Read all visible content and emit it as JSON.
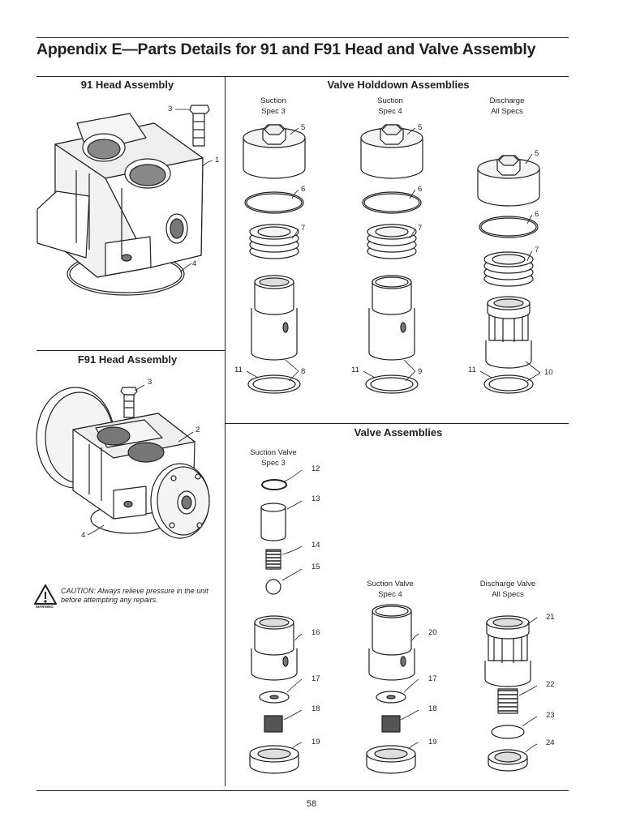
{
  "page": {
    "title": "Appendix E—Parts Details for 91 and F91 Head and Valve Assembly",
    "page_number": "58"
  },
  "sections": {
    "head91": "91 Head Assembly",
    "headF91": "F91 Head Assembly",
    "holddown": "Valve Holddown Assemblies",
    "valves": "Valve Assemblies"
  },
  "subtitles": {
    "suction3": "Suction\nSpec 3",
    "suction4": "Suction\nSpec 4",
    "discharge_all": "Discharge\nAll Specs",
    "suction_valve3": "Suction Valve\nSpec 3",
    "suction_valve4": "Suction Valve\nSpec 4",
    "discharge_valve_all": "Discharge Valve\nAll Specs"
  },
  "caution": {
    "text": "CAUTION: Always relieve pressure in the unit before attempting any repairs.",
    "icon_label": "WARNING",
    "icon": "warning-triangle-icon"
  },
  "callouts": {
    "h91_3": "3",
    "h91_1": "1",
    "h91_4": "4",
    "f91_3": "3",
    "f91_2": "2",
    "f91_4": "4",
    "a_5": "5",
    "a_6": "6",
    "a_7": "7",
    "a_11": "11",
    "a_8": "8",
    "b_5": "5",
    "b_6": "6",
    "b_7": "7",
    "b_11": "11",
    "b_9": "9",
    "c_5": "5",
    "c_6": "6",
    "c_7": "7",
    "c_11": "11",
    "c_10": "10",
    "v_12": "12",
    "v_13": "13",
    "v_14": "14",
    "v_15": "15",
    "v_16": "16",
    "v_17": "17",
    "v_18": "18",
    "v_19": "19",
    "w_20": "20",
    "w_17": "17",
    "w_18": "18",
    "w_19": "19",
    "d_21": "21",
    "d_22": "22",
    "d_23": "23",
    "d_24": "24"
  }
}
